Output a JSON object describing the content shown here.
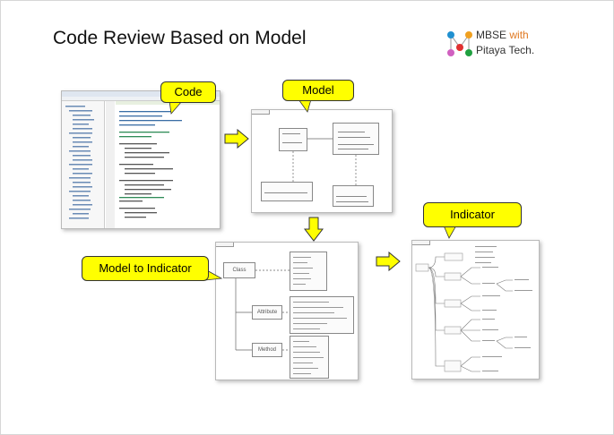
{
  "slide": {
    "title": "Code Review Based on Model"
  },
  "logo": {
    "mbse": "MBSE",
    "with": "with",
    "company": "Pitaya Tech.",
    "colors": [
      "#f0a020",
      "#2090d0",
      "#e03030",
      "#8050b0",
      "#20a040",
      "#d060c0"
    ]
  },
  "callouts": {
    "code": "Code",
    "model": "Model",
    "model_to_indicator": "Model to Indicator",
    "indicator": "Indicator"
  },
  "model_to_indicator_diagram": {
    "class_label": "Class",
    "attribute_label": "Attribute",
    "method_label": "Method"
  },
  "accent": {
    "callout_fill": "#ffff00",
    "arrow_fill": "#ffff00"
  }
}
